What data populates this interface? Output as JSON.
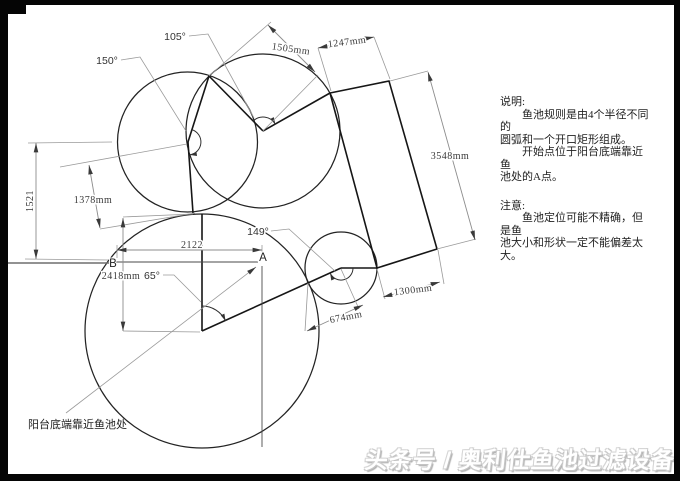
{
  "drawing": {
    "dims": {
      "v1521": "1521",
      "v1378": "1378mm",
      "v2418": "2418mm",
      "v2122": "2122",
      "v1505": "1505mm",
      "v1247": "1247mm",
      "v3548": "3548mm",
      "v1300": "1300mm",
      "v674": "674mm"
    },
    "angles": {
      "a150": "150°",
      "a105": "105°",
      "a149": "149°",
      "a65": "65°"
    },
    "points": {
      "A": "A",
      "B": "B"
    },
    "balcony_label": "阳台底端靠近鱼池处"
  },
  "notes": {
    "block1": [
      "说明:",
      "　　鱼池规则是由4个半径不同的",
      "圆弧和一个开口矩形组成。",
      "　　开始点位于阳台底端靠近鱼",
      "池处的A点。"
    ],
    "block2": [
      "注意:",
      "　　鱼池定位可能不精确，但是鱼",
      "池大小和形状一定不能偏差太大。"
    ]
  },
  "watermark": "头条号 / 奥利仕鱼池过滤设备",
  "colors": {
    "outline": "#161616",
    "dim_line": "#8c8c8c",
    "dim_text": "#3a3a3a",
    "frame": "#050505"
  }
}
